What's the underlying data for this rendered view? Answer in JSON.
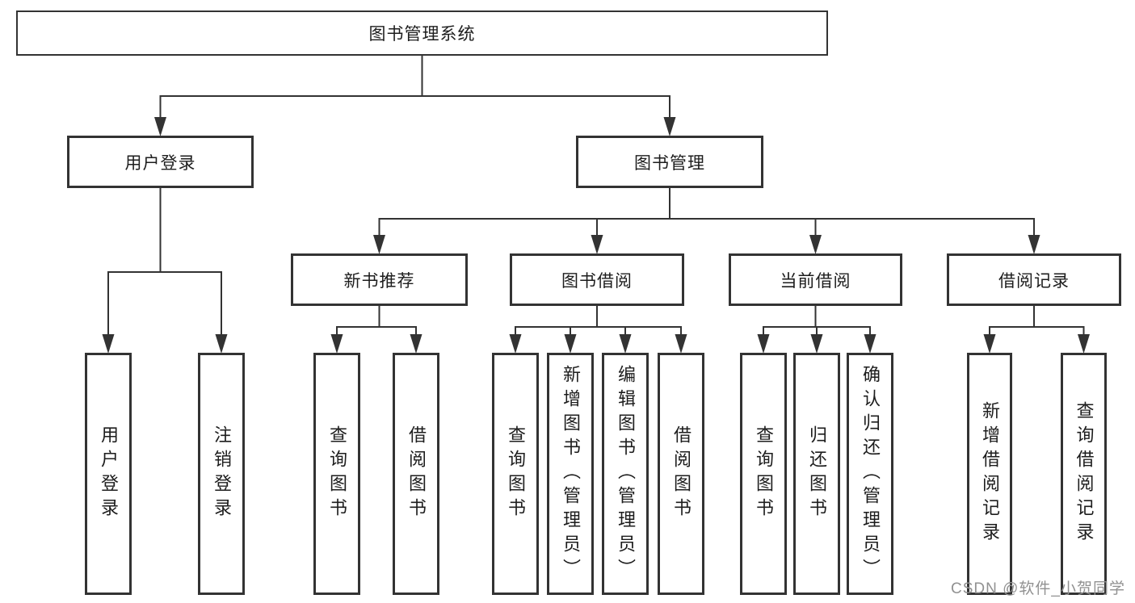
{
  "colors": {
    "line": "#333333",
    "box_border": "#333333",
    "text": "#1d1d1d",
    "background": "#ffffff",
    "watermark": "#919191"
  },
  "watermark": "CSDN @软件_小贺同学",
  "tree": {
    "root": {
      "label": "图书管理系统"
    },
    "children": [
      {
        "label": "用户登录",
        "children": [
          {
            "label": "用户登录"
          },
          {
            "label": "注销登录"
          }
        ]
      },
      {
        "label": "图书管理",
        "children": [
          {
            "label": "新书推荐",
            "children": [
              {
                "label": "查询图书"
              },
              {
                "label": "借阅图书"
              }
            ]
          },
          {
            "label": "图书借阅",
            "children": [
              {
                "label": "查询图书"
              },
              {
                "label": "新增图书（管理员）"
              },
              {
                "label": "编辑图书（管理员）"
              },
              {
                "label": "借阅图书"
              }
            ]
          },
          {
            "label": "当前借阅",
            "children": [
              {
                "label": "查询图书"
              },
              {
                "label": "归还图书"
              },
              {
                "label": "确认归还（管理员）"
              }
            ]
          },
          {
            "label": "借阅记录",
            "children": [
              {
                "label": "新增借阅记录"
              },
              {
                "label": "查询借阅记录"
              }
            ]
          }
        ]
      }
    ]
  }
}
